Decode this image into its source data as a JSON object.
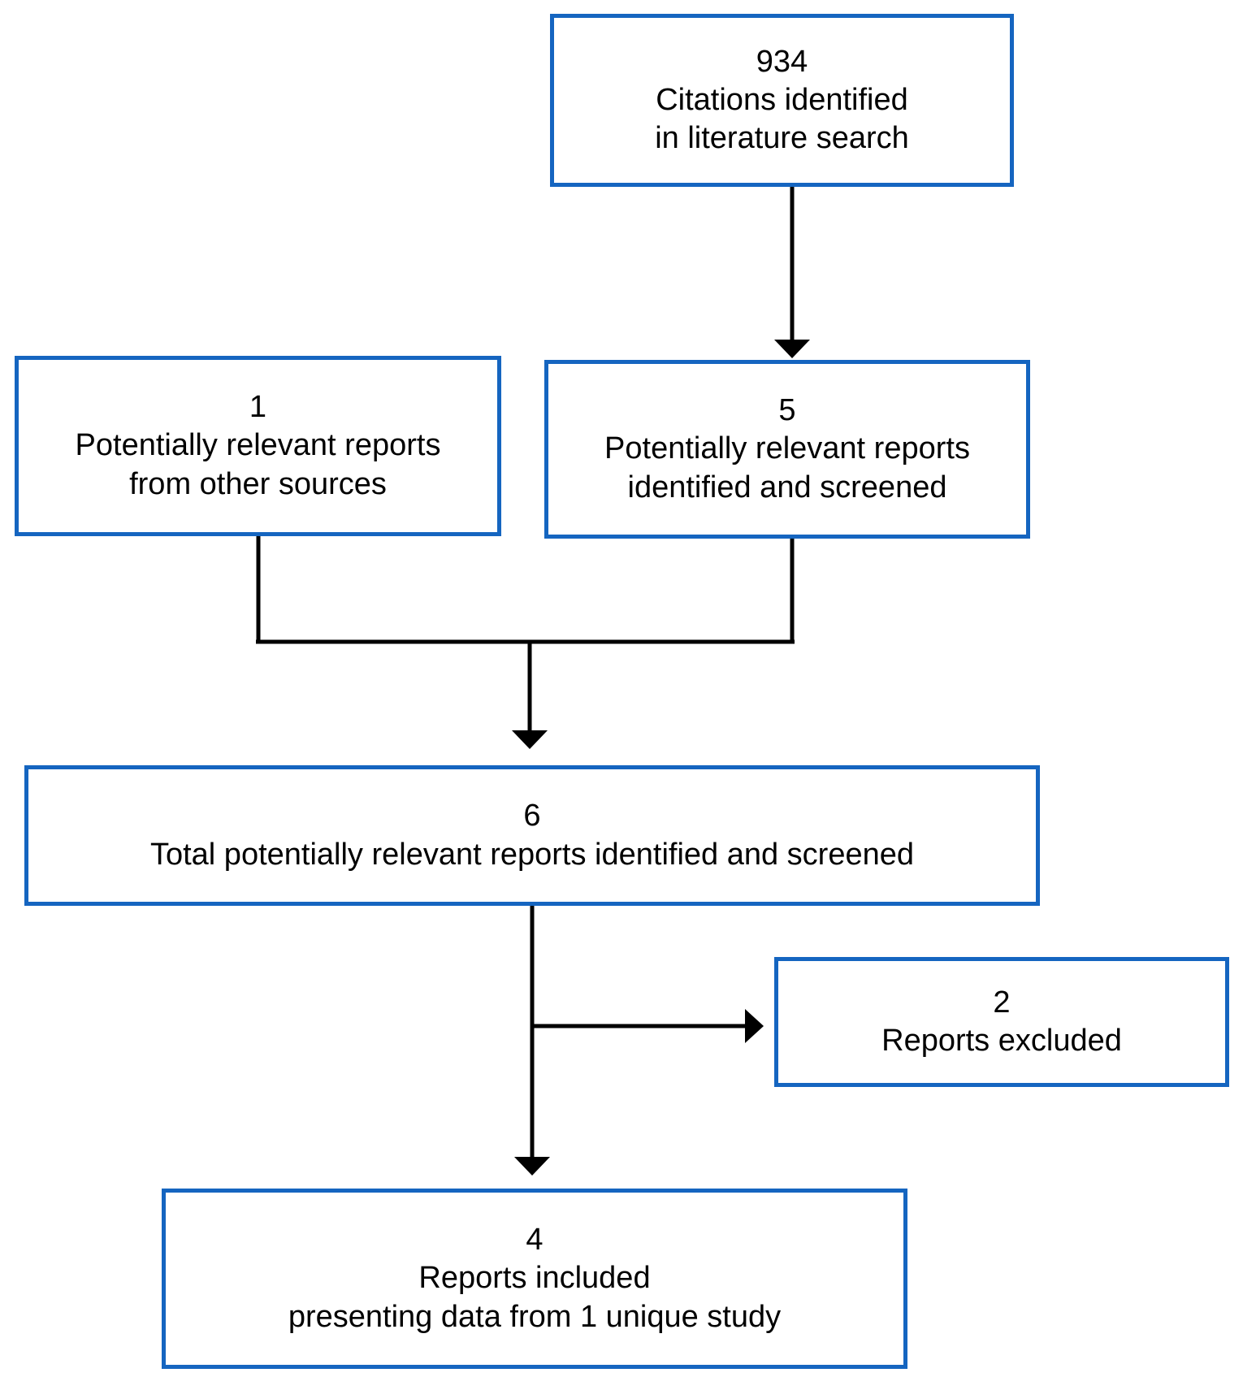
{
  "diagram": {
    "type": "flowchart",
    "accent_color": "#1565C0",
    "line_color": "#000000",
    "nodes": [
      {
        "id": "citations",
        "count": "934",
        "lines": [
          "Citations identified",
          "in literature search"
        ]
      },
      {
        "id": "other-sources",
        "count": "1",
        "lines": [
          "Potentially relevant reports",
          "from other sources"
        ]
      },
      {
        "id": "identified-screened",
        "count": "5",
        "lines": [
          "Potentially relevant reports",
          "identified and screened"
        ]
      },
      {
        "id": "total-screened",
        "count": "6",
        "lines": [
          "Total potentially relevant reports identified and screened"
        ]
      },
      {
        "id": "excluded",
        "count": "2",
        "lines": [
          "Reports excluded"
        ]
      },
      {
        "id": "included",
        "count": "4",
        "lines": [
          "Reports included",
          "presenting data from 1 unique study"
        ]
      }
    ],
    "edges": [
      {
        "from": "citations",
        "to": "identified-screened"
      },
      {
        "from": "other-sources",
        "to": "total-screened"
      },
      {
        "from": "identified-screened",
        "to": "total-screened"
      },
      {
        "from": "total-screened",
        "to": "excluded"
      },
      {
        "from": "total-screened",
        "to": "included"
      }
    ]
  }
}
